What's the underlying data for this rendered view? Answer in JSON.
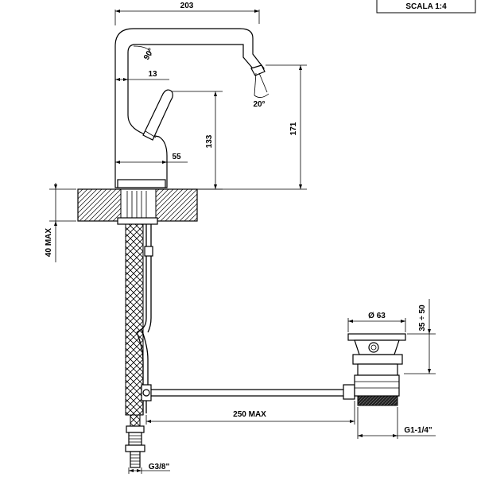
{
  "scale_label": "SCALA 1:4",
  "dimensions": {
    "spout_reach": "203",
    "swivel_angle": "90°",
    "spout_tilt": "20°",
    "lever_offset": "13",
    "lever_height": "133",
    "total_height": "171",
    "base_width": "55",
    "deck_thickness": "40 MAX",
    "waste_diameter": "Ø 63",
    "waste_height": "35 ÷ 50",
    "rod_length": "250 MAX",
    "waste_thread": "G1-1/4\"",
    "supply_thread": "G3/8\""
  }
}
